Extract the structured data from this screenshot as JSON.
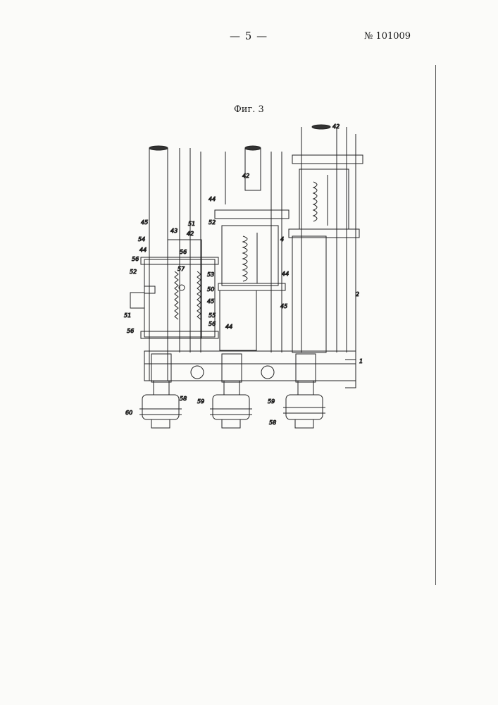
{
  "header": {
    "page_number": "— 5 —",
    "patent_number": "№ 101009"
  },
  "figure": {
    "caption": "Фиг. 3",
    "callouts": [
      {
        "id": "c1",
        "text": "42"
      },
      {
        "id": "c2",
        "text": "42"
      },
      {
        "id": "c3",
        "text": "44"
      },
      {
        "id": "c4",
        "text": "45"
      },
      {
        "id": "c5",
        "text": "54"
      },
      {
        "id": "c6",
        "text": "56"
      },
      {
        "id": "c7",
        "text": "44"
      },
      {
        "id": "c8",
        "text": "43"
      },
      {
        "id": "c9",
        "text": "51"
      },
      {
        "id": "c10",
        "text": "42"
      },
      {
        "id": "c11",
        "text": "52"
      },
      {
        "id": "c12",
        "text": "56"
      },
      {
        "id": "c13",
        "text": "57"
      },
      {
        "id": "c14",
        "text": "53"
      },
      {
        "id": "c15",
        "text": "52"
      },
      {
        "id": "c16",
        "text": "50"
      },
      {
        "id": "c17",
        "text": "45"
      },
      {
        "id": "c18",
        "text": "51"
      },
      {
        "id": "c19",
        "text": "55"
      },
      {
        "id": "c20",
        "text": "56"
      },
      {
        "id": "c21",
        "text": "56"
      },
      {
        "id": "c22",
        "text": "44"
      },
      {
        "id": "c23",
        "text": "44"
      },
      {
        "id": "c24",
        "text": "45"
      },
      {
        "id": "c25",
        "text": "4"
      },
      {
        "id": "c26",
        "text": "2"
      },
      {
        "id": "c27",
        "text": "1"
      },
      {
        "id": "c28",
        "text": "58"
      },
      {
        "id": "c29",
        "text": "59"
      },
      {
        "id": "c30",
        "text": "59"
      },
      {
        "id": "c31",
        "text": "60"
      },
      {
        "id": "c32",
        "text": "58"
      }
    ]
  }
}
